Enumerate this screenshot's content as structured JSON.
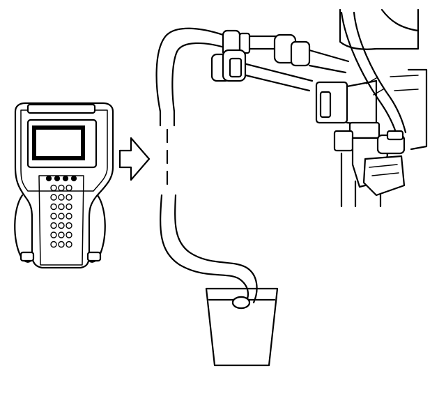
{
  "diagram": {
    "labels": []
  },
  "scan_tool": {
    "key_rows": [
      4,
      3,
      3,
      3,
      3,
      3,
      3,
      3
    ]
  },
  "colors": {
    "ink": "#000000",
    "paper": "#ffffff"
  }
}
